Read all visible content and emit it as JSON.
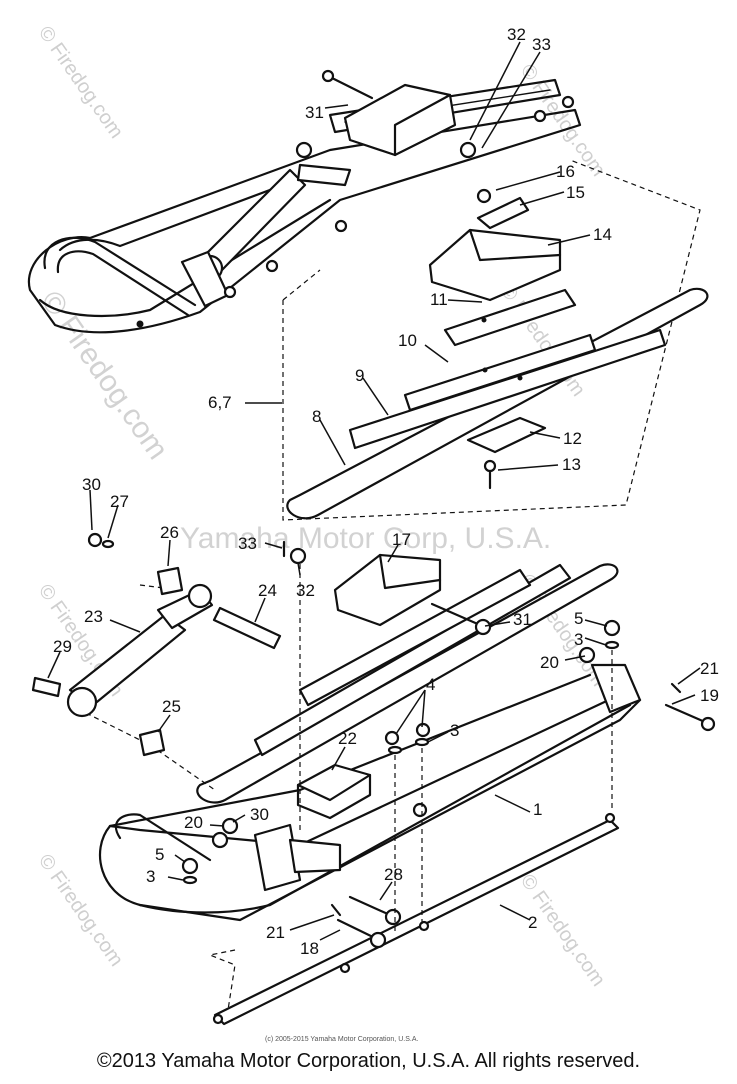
{
  "callouts": [
    "1",
    "2",
    "3",
    "4",
    "5",
    "6,7",
    "8",
    "9",
    "10",
    "11",
    "12",
    "13",
    "14",
    "15",
    "16",
    "17",
    "18",
    "19",
    "20",
    "21",
    "22",
    "23",
    "24",
    "25",
    "26",
    "27",
    "28",
    "29",
    "30",
    "31",
    "32",
    "33"
  ],
  "watermarks": {
    "site": "© Firedog.com",
    "center": "Yamaha Motor Corp, U.S.A."
  },
  "small_credit": "(c) 2005-2015 Yamaha Motor Corporation, U.S.A.",
  "copyright": "©2013 Yamaha Motor Corporation, U.S.A. All rights reserved."
}
